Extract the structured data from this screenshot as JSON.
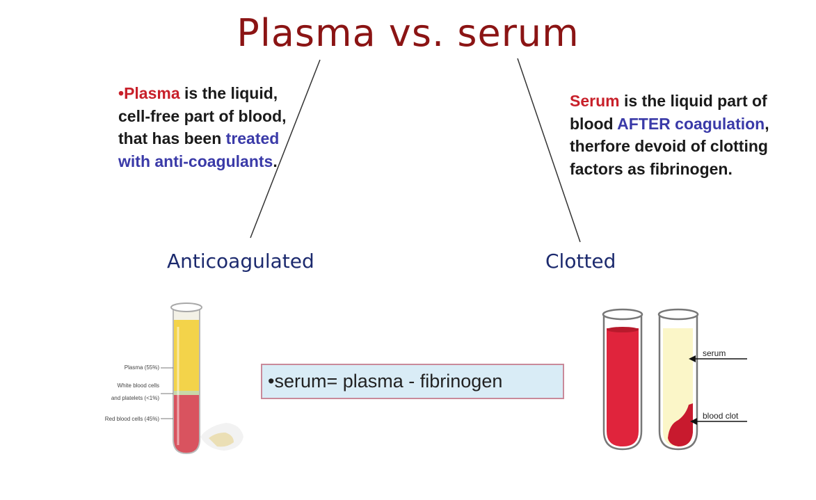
{
  "title": "Plasma vs. serum",
  "plasma_definition": {
    "bullet": "•",
    "term": "Plasma",
    "text_1": " is the liquid, cell-free part of blood, that has been ",
    "highlight": "treated with anti-coagulants",
    "end": "."
  },
  "serum_definition": {
    "term": "Serum",
    "text_1": " is the liquid part of blood ",
    "highlight": "AFTER coagulation",
    "text_2": ", therfore devoid of clotting factors as fibrinogen."
  },
  "labels": {
    "anticoagulated": "Anticoagulated",
    "clotted": "Clotted"
  },
  "formula": "•serum= plasma - fibrinogen",
  "tube_left_labels": {
    "plasma": "Plasma (55%)",
    "wbc_1": "White blood cells",
    "wbc_2": "and platelets (<1%)",
    "rbc": "Red blood cells (45%)"
  },
  "tube_right_labels": {
    "serum": "serum",
    "clot": "blood clot"
  },
  "colors": {
    "title": "#8b1414",
    "term_red": "#c8202a",
    "highlight_blue": "#3a3aa8",
    "handwritten": "#1c2a6e",
    "blood": "#e0243c",
    "plasma_yellow": "#f3d34a",
    "serum_yellow": "#fbf6c8"
  }
}
